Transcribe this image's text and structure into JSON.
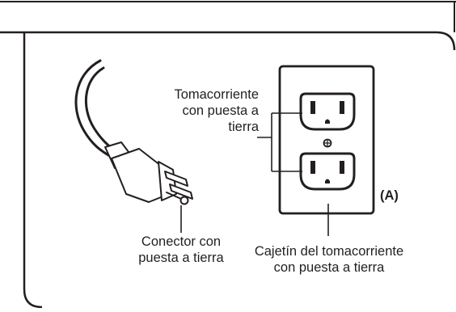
{
  "labels": {
    "grounded_outlet": [
      "Tomacorriente",
      "con puesta a",
      "tierra"
    ],
    "grounding_plug": [
      "Conector con",
      "puesta a tierra"
    ],
    "grounded_outlet_box": [
      "Cajetín del tomacorriente",
      "con puesta a tierra"
    ],
    "figure_marker": "(A)"
  },
  "colors": {
    "line": "#231f20",
    "fill": "#ffffff"
  },
  "icons": [
    "grounding-plug-icon",
    "duplex-outlet-icon"
  ]
}
